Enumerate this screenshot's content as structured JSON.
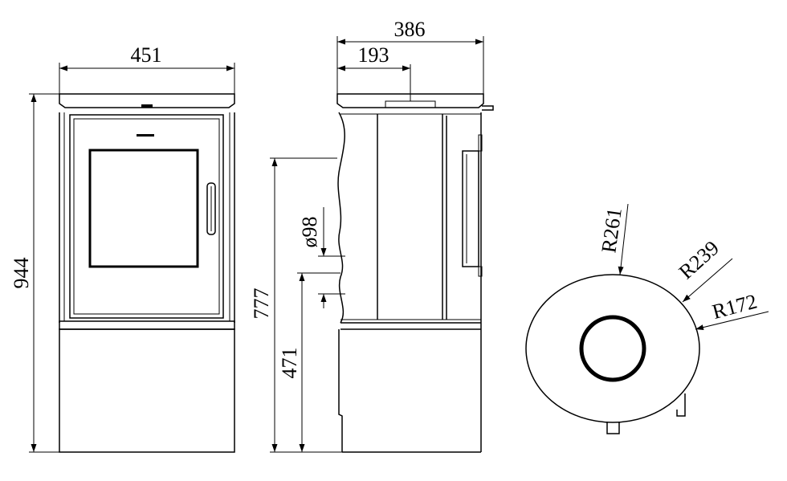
{
  "dimensions": {
    "front_width": "451",
    "total_height": "944",
    "side_depth": "386",
    "side_half_depth": "193",
    "diameter": "ø98",
    "flue_height": "777",
    "air_inlet_height": "471",
    "radius_outer": "R261",
    "radius_middle": "R239",
    "radius_inner": "R172"
  },
  "colors": {
    "line": "#000000",
    "background": "#ffffff"
  }
}
